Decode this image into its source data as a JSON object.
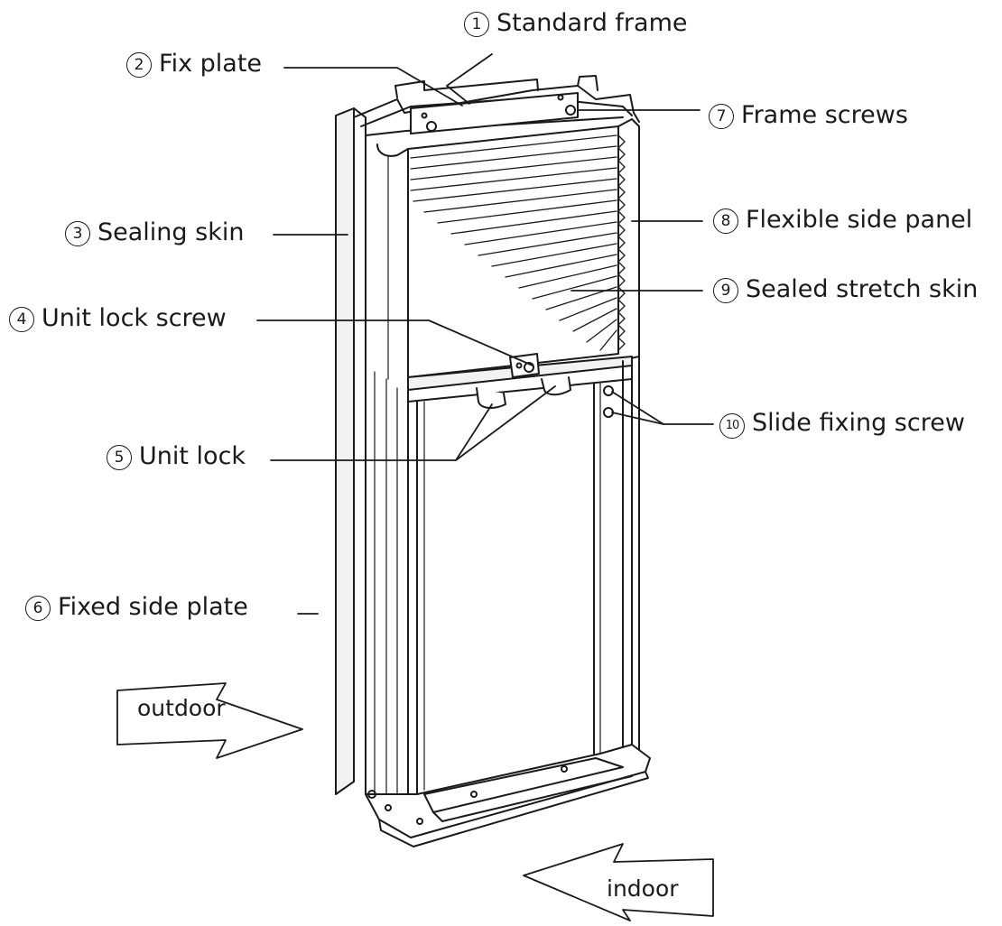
{
  "labels": [
    {
      "num": "1",
      "text": "Standard frame"
    },
    {
      "num": "2",
      "text": "Fix plate"
    },
    {
      "num": "3",
      "text": "Sealing skin"
    },
    {
      "num": "4",
      "text": "Unit lock screw"
    },
    {
      "num": "5",
      "text": "Unit lock"
    },
    {
      "num": "6",
      "text": "Fixed side plate"
    },
    {
      "num": "7",
      "text": "Frame screws"
    },
    {
      "num": "8",
      "text": "Flexible side panel"
    },
    {
      "num": "9",
      "text": "Sealed stretch skin"
    },
    {
      "num": "10",
      "text": "Slide fixing screw"
    }
  ],
  "directions": {
    "outdoor": "outdoor",
    "indoor": "indoor"
  },
  "colors": {
    "line": "#1a1a1a",
    "shade": "#e8e8e8",
    "background": "#ffffff"
  }
}
